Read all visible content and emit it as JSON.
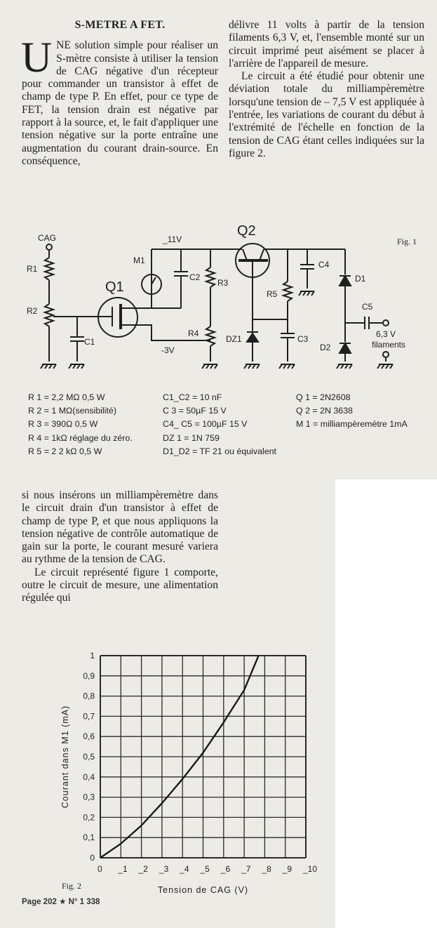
{
  "article": {
    "title": "S-METRE A FET.",
    "dropcap": "U",
    "p1_rest": "NE solution simple pour réaliser un S-mètre consiste à utiliser la tension de CAG négative d'un récepteur pour commander un transistor à effet de champ de type P. En effet, pour ce type de FET, la tension drain est négative par rapport à la source, et, le fait d'appliquer une tension négative sur la porte entraîne une augmentation du courant drain-source. En conséquence,",
    "p1_cont": "si nous insérons un milliampèremètre dans le circuit drain d'un transistor à effet de champ de type P, et que nous appliquons la tension négative de contrôle automatique de gain sur la porte, le courant mesuré variera au rythme de la tension de CAG.",
    "p2": "Le circuit représenté figure 1 comporte, outre le circuit de mesure, une alimentation régulée qui",
    "p2_cont": "délivre 11 volts à partir de la tension filaments 6,3 V, et, l'ensemble monté sur un circuit imprimé peut aisément se placer à l'arrière de l'appareil de mesure.",
    "p3": "Le circuit a été étudié pour obtenir une déviation totale du milliampèremètre lorsqu'une tension de – 7,5 V est appliquée à l'entrée, les variations de courant du début à l'extrémité de l'échelle en fonction de la tension de CAG étant celles indiquées sur la figure 2."
  },
  "fig1": {
    "caption": "Fig. 1",
    "labels": {
      "cag": "CAG",
      "r1": "R1",
      "r2": "R2",
      "q1": "Q1",
      "c1": "C1",
      "m1": "M1",
      "v11": "_11V",
      "c2": "C2",
      "r3": "R3",
      "r4": "R4",
      "v3": "-3V",
      "q2": "Q2",
      "r5": "R5",
      "dz1": "DZ1",
      "c3": "C3",
      "c4": "C4",
      "d1": "D1",
      "c5": "C5",
      "d2": "D2",
      "v63": "6,3 V",
      "fil": "filaments",
      "plus": "+"
    }
  },
  "parts": {
    "col1": [
      "R 1 = 2,2 MΩ  0,5 W",
      "R 2 = 1 MΩ(sensibilité)",
      "R 3 = 390Ω  0,5 W",
      "R 4 = 1kΩ réglage du zéro.",
      "R 5 = 2 2 kΩ  0,5 W"
    ],
    "col2": [
      "C1_C2 =  10 nF",
      "C 3 = 50µF  15 V",
      "C4_ C5 = 100µF  15 V",
      "DZ 1 = 1N 759",
      "D1_D2  = TF 21 ou équivalent"
    ],
    "col3": [
      "Q 1 =  2N2608",
      "Q 2 = 2N 3638",
      "M 1 = milliampèremètre 1mA"
    ]
  },
  "chart_data": {
    "type": "line",
    "title": "",
    "caption": "Fig. 2",
    "xlabel": "Tension de CAG (V)",
    "ylabel": "Courant dans M1 (mA)",
    "xlim": [
      0,
      -10
    ],
    "ylim": [
      0,
      1
    ],
    "grid": true,
    "x_ticks": [
      "0",
      "_1",
      "_2",
      "_3",
      "_4",
      "_5",
      "_6",
      "_7",
      "_8",
      "_9",
      "_10"
    ],
    "y_ticks": [
      "0",
      "0,1",
      "0,2",
      "0,3",
      "0,4",
      "0,5",
      "0,6",
      "0,7",
      "0,8",
      "0,9",
      "1"
    ],
    "x": [
      0,
      -1,
      -2,
      -3,
      -4,
      -5,
      -6,
      -7,
      -7.7
    ],
    "y": [
      0,
      0.07,
      0.16,
      0.27,
      0.39,
      0.52,
      0.67,
      0.83,
      1.0
    ]
  },
  "footer": {
    "text": "Page 202 ★ N° 1 338"
  }
}
